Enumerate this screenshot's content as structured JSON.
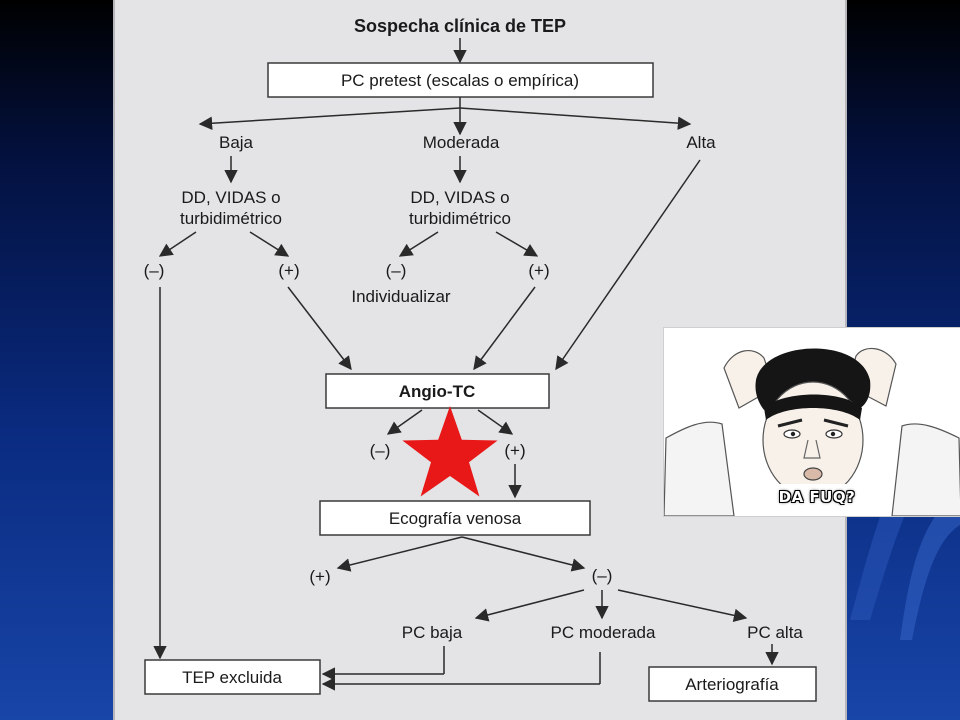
{
  "diagram": {
    "title": "Sospecha clínica de TEP",
    "pretest": "PC pretest (escalas o empírica)",
    "branch_low": "Baja",
    "branch_mid": "Moderada",
    "branch_high": "Alta",
    "dd_test_line1": "DD, VIDAS o",
    "dd_test_line2": "turbidimétrico",
    "negative": "(–)",
    "positive": "(+)",
    "individualize": "Individualizar",
    "angio": "Angio-TC",
    "echo": "Ecografía venosa",
    "pc_low": "PC baja",
    "pc_mid": "PC moderada",
    "pc_high": "PC alta",
    "tep_excluded": "TEP excluida",
    "arteriography": "Arteriografía"
  },
  "meme": {
    "caption": "DA FUQ?"
  },
  "colors": {
    "star": "#e81818",
    "panel": "#e4e4e6",
    "background": "#0a2b80"
  }
}
